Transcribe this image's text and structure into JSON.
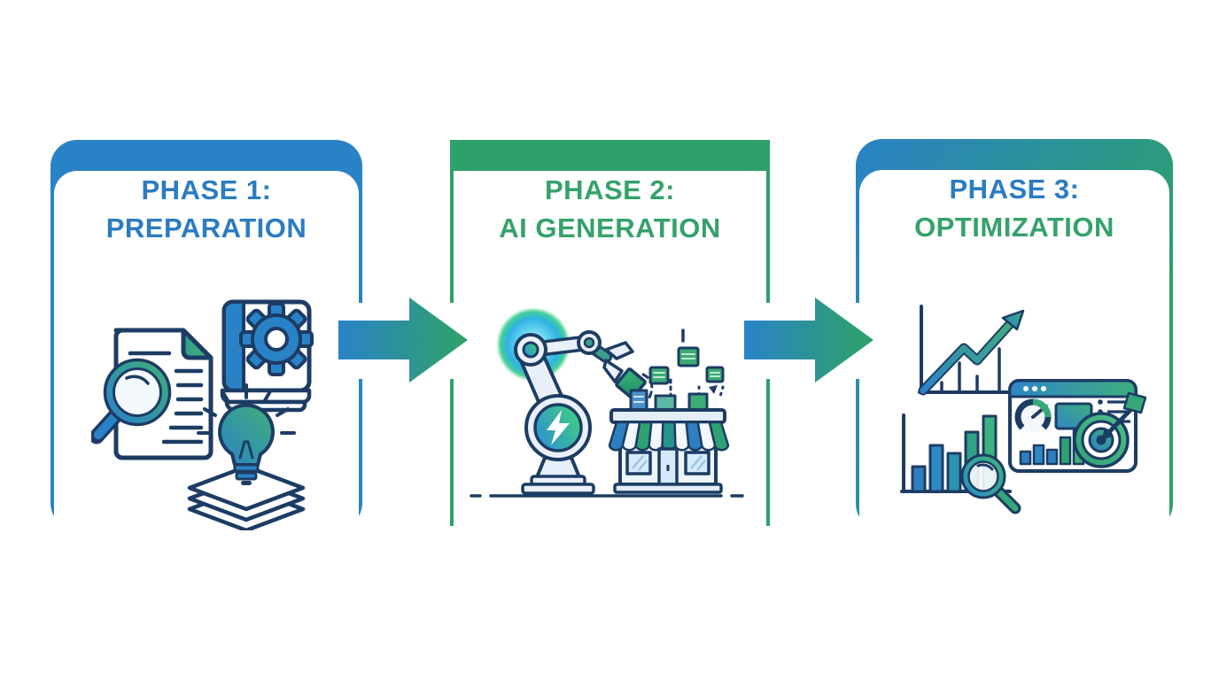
{
  "diagram": {
    "type": "process-flow",
    "direction": "left-to-right",
    "phases": [
      {
        "title_line1": "PHASE 1:",
        "title_line2": "PREPARATION",
        "title_colors": [
          "#2b7cc1",
          "#2b7cc1"
        ],
        "border": {
          "style": "solid",
          "color": "#2a82c6",
          "corners": "rounded"
        },
        "icons": [
          "document-magnifier-icon",
          "book-gear-icon",
          "lightbulb-idea-stack-icon"
        ]
      },
      {
        "title_line1": "PHASE 2:",
        "title_line2": "AI GENERATION",
        "title_colors": [
          "#34a26a",
          "#34a26a"
        ],
        "border": {
          "style": "solid",
          "color": "#2da169",
          "corners": "square"
        },
        "icons": [
          "energy-glow-icon",
          "robot-arm-icon",
          "lightning-badge-icon",
          "falling-content-cards-icon",
          "storefront-icon"
        ]
      },
      {
        "title_line1": "PHASE 3:",
        "title_line2": "OPTIMIZATION",
        "title_colors": [
          "#2b7cc1",
          "#34a26a"
        ],
        "border": {
          "style": "gradient",
          "color_from": "#2a82c6",
          "color_to": "#2da169",
          "corners": "rounded"
        },
        "icons": [
          "growth-arrow-chart-icon",
          "analytics-dashboard-icon",
          "bar-chart-magnifier-icon",
          "target-dart-icon"
        ]
      }
    ],
    "connectors": [
      {
        "shape": "arrow-right",
        "from_phase": 1,
        "to_phase": 2,
        "gradient_from": "#2b83c8",
        "gradient_to": "#2fa265"
      },
      {
        "shape": "arrow-right",
        "from_phase": 2,
        "to_phase": 3,
        "gradient_from": "#2b83c8",
        "gradient_to": "#2fa265"
      }
    ],
    "palette": {
      "background": "#ffffff",
      "blue": "#2b7cc1",
      "green": "#34a26a",
      "outline_navy": "#1d3c64",
      "light_fill": "#e9f0f9"
    }
  }
}
